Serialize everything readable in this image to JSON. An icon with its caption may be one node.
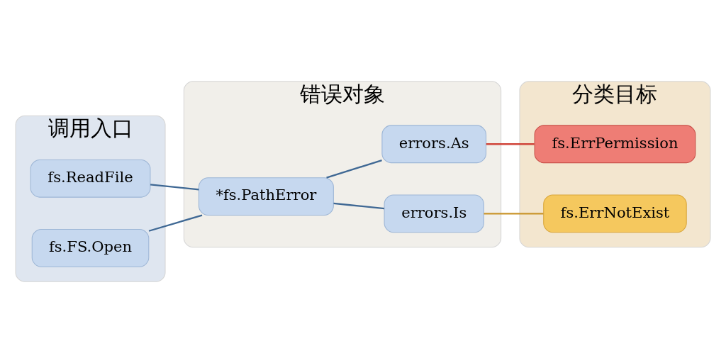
{
  "diagram": {
    "nodes": [
      {
        "text": [
          "调用入口"
        ]
      },
      {
        "text": [
          "fs.ReadFile"
        ],
        "in": 0
      },
      {
        "text": [
          "fs.FS.Open"
        ],
        "in": 0
      },
      {
        "text": [
          "错误对象"
        ]
      },
      {
        "text": [
          "*fs.PathError"
        ],
        "in": 3
      },
      {
        "text": [
          "errors.Is"
        ],
        "in": 3
      },
      {
        "text": [
          "errors.As"
        ],
        "in": 3
      },
      {
        "text": [
          "分类目标"
        ]
      },
      {
        "text": [
          "fs.ErrNotExist"
        ],
        "in": 7
      },
      {
        "text": [
          "fs.ErrPermission"
        ],
        "in": 7
      }
    ],
    "edges": [
      {
        "from": 1,
        "to": 4,
        "arrow": "none"
      },
      {
        "from": 2,
        "to": 4,
        "arrow": "none"
      },
      {
        "from": 4,
        "to": 5,
        "arrow": "none"
      },
      {
        "from": 4,
        "to": 6,
        "arrow": "none"
      },
      {
        "from": 5,
        "to": 8,
        "arrow": "none",
        "color": "#c9952b"
      },
      {
        "from": 6,
        "to": 9,
        "arrow": "none",
        "color": "#d0453a"
      }
    ]
  }
}
